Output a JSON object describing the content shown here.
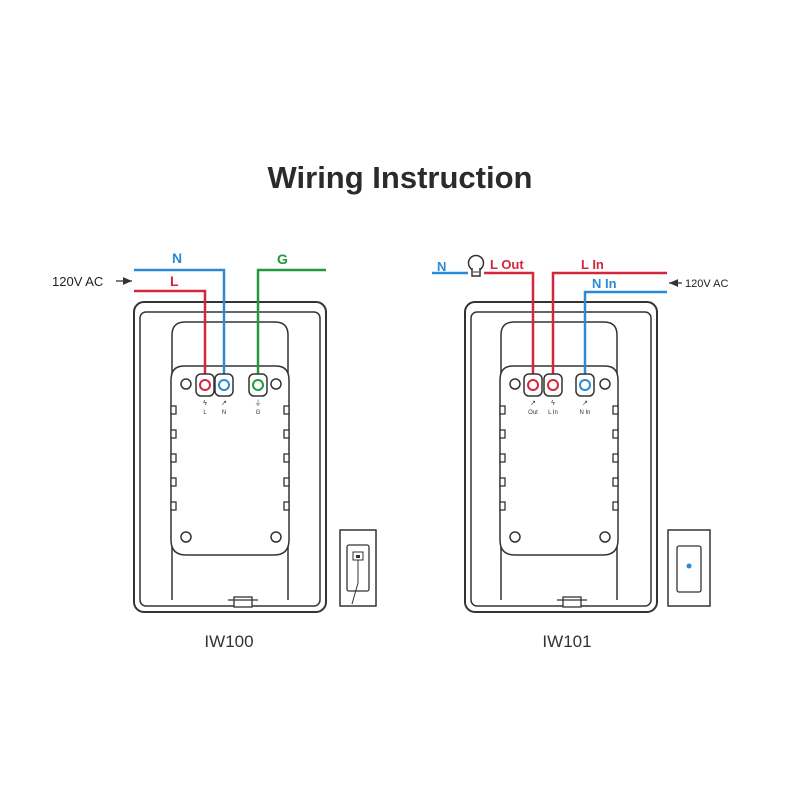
{
  "title": "Wiring Instruction",
  "colors": {
    "neutral": "#2a8ad8",
    "line": "#d2283c",
    "ground": "#1f9a3e",
    "outline": "#333333",
    "led": "#2a8ad8"
  },
  "diagram_left": {
    "model": "IW100",
    "supply_label": "120V AC",
    "wire_n": "N",
    "wire_l": "L",
    "wire_g": "G",
    "term_l": "L",
    "term_n": "N",
    "term_g": "G"
  },
  "diagram_right": {
    "model": "IW101",
    "supply_label": "120V AC",
    "wire_n_load": "N",
    "wire_l_out": "L Out",
    "wire_l_in": "L In",
    "wire_n_in": "N In",
    "term_out": "Out",
    "term_l_in": "L In",
    "term_n_in": "N In",
    "load_icon": "light-bulb-icon"
  }
}
